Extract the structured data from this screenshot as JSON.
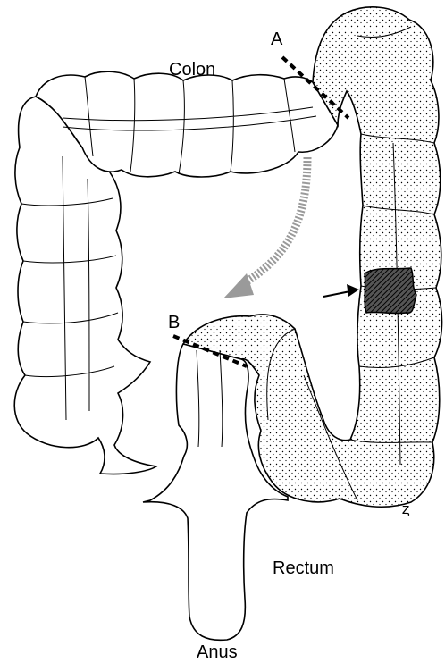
{
  "labels": {
    "colon": "Colon",
    "a": "A",
    "b": "B",
    "rectum": "Rectum",
    "anus": "Anus"
  },
  "signature": "ȥ",
  "colors": {
    "line": "#000000",
    "tissue": "#ffffff",
    "resected": "#f2f2f2",
    "tumor": "#333333",
    "arrow": "#9a9a9a"
  }
}
